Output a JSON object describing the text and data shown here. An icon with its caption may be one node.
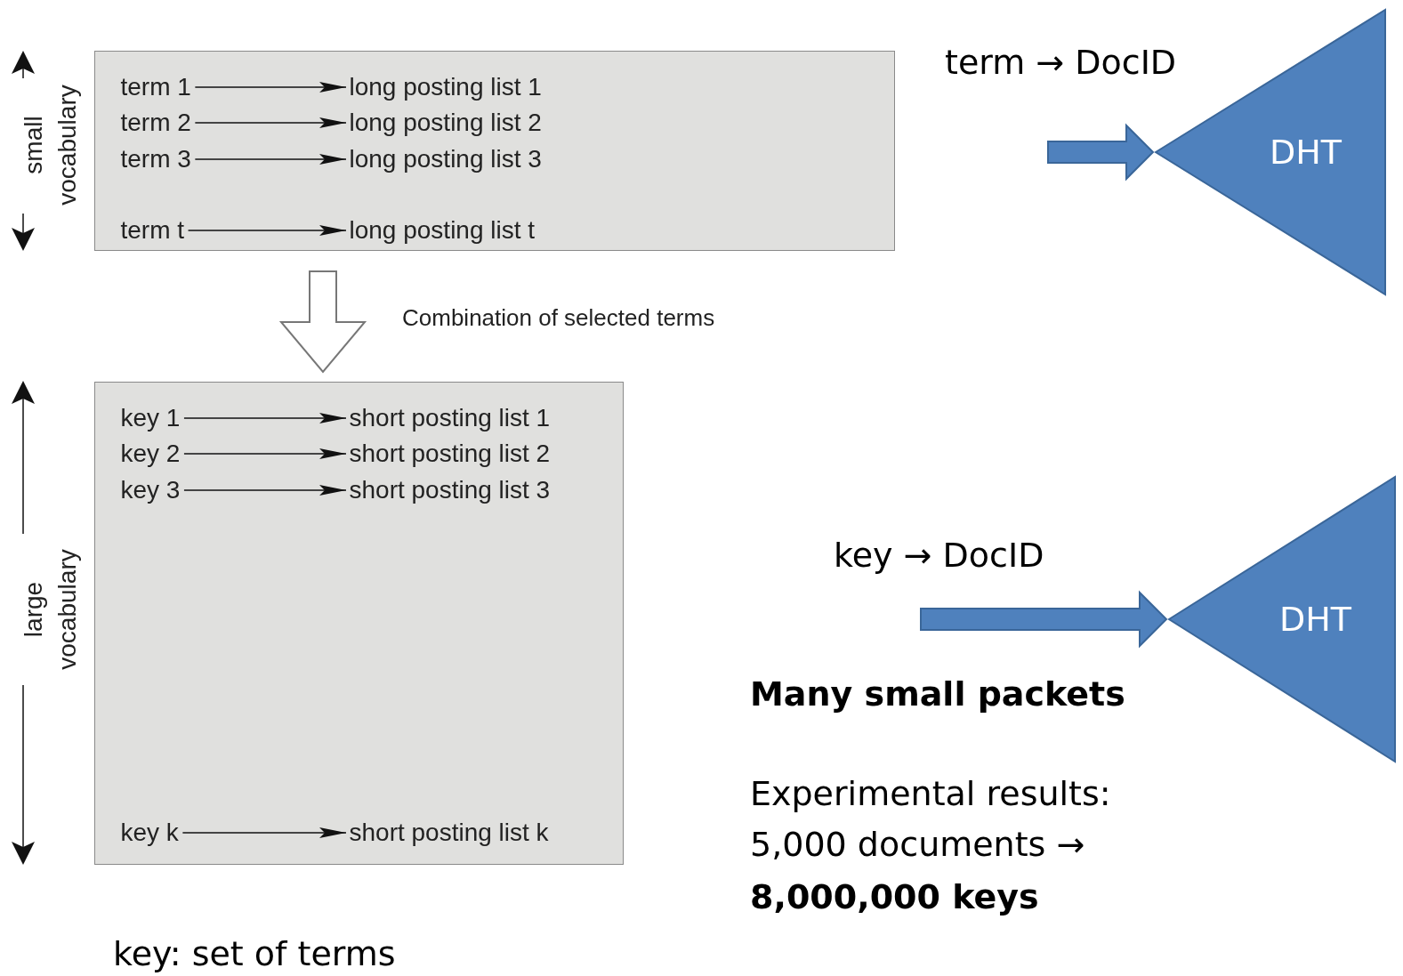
{
  "diagram": {
    "nodes": [
      {
        "text": [],
        "shape": "box"
      },
      {
        "text": [
          "term 1"
        ],
        "in": 0
      },
      {
        "text": [
          "long posting list 1"
        ],
        "in": 0
      },
      {
        "text": [
          "term 2"
        ],
        "in": 0
      },
      {
        "text": [
          "long posting list 2"
        ],
        "in": 0
      },
      {
        "text": [
          "term 3"
        ],
        "in": 0
      },
      {
        "text": [
          "long posting list 3"
        ],
        "in": 0
      },
      {
        "text": [
          "term t"
        ],
        "in": 0
      },
      {
        "text": [
          "long posting list t"
        ],
        "in": 0
      },
      {
        "text": [],
        "shape": "box"
      },
      {
        "text": [
          "key 1"
        ],
        "in": 9
      },
      {
        "text": [
          "short posting list 1"
        ],
        "in": 9
      },
      {
        "text": [
          "key 2"
        ],
        "in": 9
      },
      {
        "text": [
          "short posting list 2"
        ],
        "in": 9
      },
      {
        "text": [
          "key 3"
        ],
        "in": 9
      },
      {
        "text": [
          "short posting list 3"
        ],
        "in": 9
      },
      {
        "text": [
          "key k"
        ],
        "in": 9
      },
      {
        "text": [
          "short posting list k"
        ],
        "in": 9
      },
      {
        "text": [
          "DHT"
        ]
      },
      {
        "text": [
          "DHT"
        ]
      }
    ],
    "edges": [
      {
        "from": 1,
        "to": 2,
        "arrow": "to"
      },
      {
        "from": 3,
        "to": 4,
        "arrow": "to"
      },
      {
        "from": 5,
        "to": 6,
        "arrow": "to"
      },
      {
        "from": 7,
        "to": 8,
        "arrow": "to"
      },
      {
        "from": 0,
        "to": 9,
        "arrow": "to",
        "style": "thick",
        "label": "Combination of selected terms"
      },
      {
        "from": 10,
        "to": 11,
        "arrow": "to"
      },
      {
        "from": 12,
        "to": 13,
        "arrow": "to"
      },
      {
        "from": 14,
        "to": 15,
        "arrow": "to"
      },
      {
        "from": 16,
        "to": 17,
        "arrow": "to"
      },
      {
        "from": null,
        "to": 18,
        "arrow": "to",
        "style": "thick",
        "color": "#4f81bd"
      },
      {
        "from": null,
        "to": 19,
        "arrow": "to",
        "style": "thick",
        "color": "#4f81bd"
      }
    ],
    "labels": [
      "small vocabulary",
      "term → DocID",
      "large vocabulary",
      "key → DocID",
      "Many small packets",
      "Experimental results: 5,000 documents →",
      "8,000,000 keys",
      "key: set of terms"
    ]
  }
}
